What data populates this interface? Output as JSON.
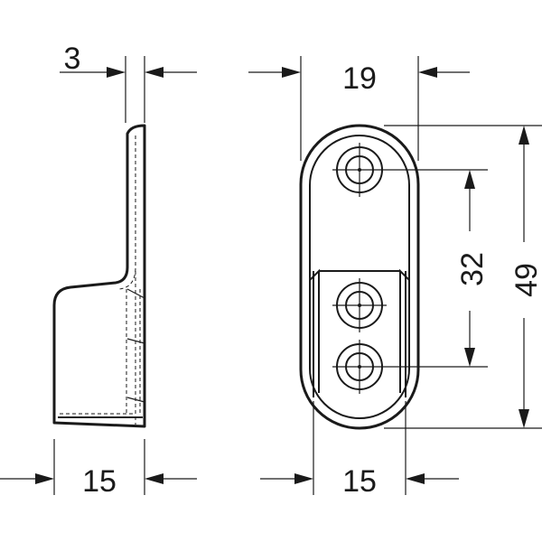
{
  "dimensions": {
    "side_thickness": "3",
    "side_width": "15",
    "front_width": "19",
    "front_inner_width": "15",
    "hole_spacing": "32",
    "total_height": "49"
  }
}
